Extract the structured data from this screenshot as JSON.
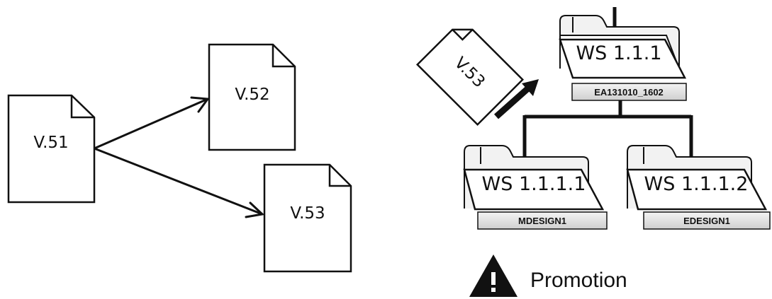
{
  "left_diagram": {
    "docs": [
      {
        "id": "v51",
        "label": "V.51"
      },
      {
        "id": "v52",
        "label": "V.52"
      },
      {
        "id": "v53",
        "label": "V.53"
      }
    ]
  },
  "right_diagram": {
    "floating_doc": {
      "label": "V.53"
    },
    "workspaces": [
      {
        "id": "root",
        "label": "WS 1.1.1",
        "tag": "EA131010_1602"
      },
      {
        "id": "child1",
        "label": "WS 1.1.1.1",
        "tag": "MDESIGN1"
      },
      {
        "id": "child2",
        "label": "WS 1.1.1.2",
        "tag": "EDESIGN1"
      }
    ],
    "legend": {
      "label": "Promotion",
      "icon": "warning-triangle-icon"
    }
  },
  "colors": {
    "stroke": "#111111",
    "tag_fill": "#e6e6e6",
    "folder_back": "#f2f2f2"
  }
}
